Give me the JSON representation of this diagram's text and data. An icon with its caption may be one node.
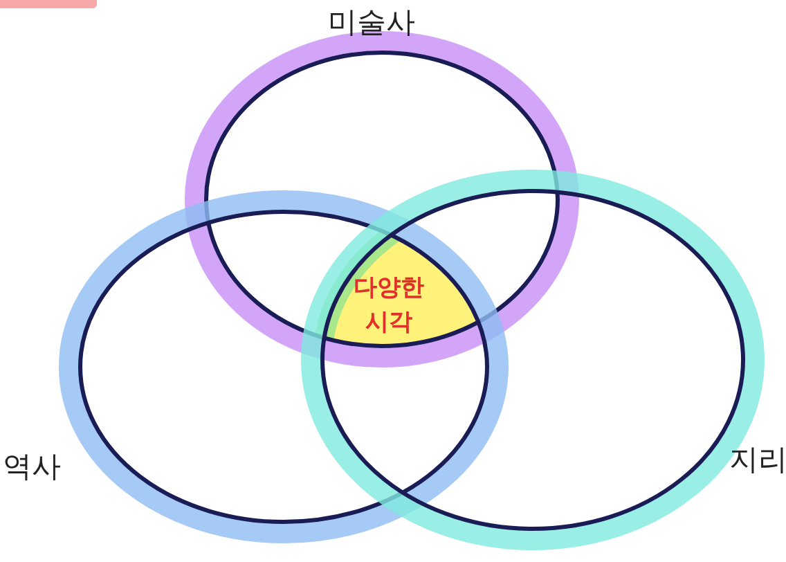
{
  "diagram": {
    "nodes": [
      {
        "text": [
          "미술사"
        ]
      },
      {
        "text": [
          "역사"
        ]
      },
      {
        "text": [
          "지리"
        ]
      },
      {
        "text": [
          "다양한 시각"
        ]
      }
    ],
    "edges": []
  }
}
